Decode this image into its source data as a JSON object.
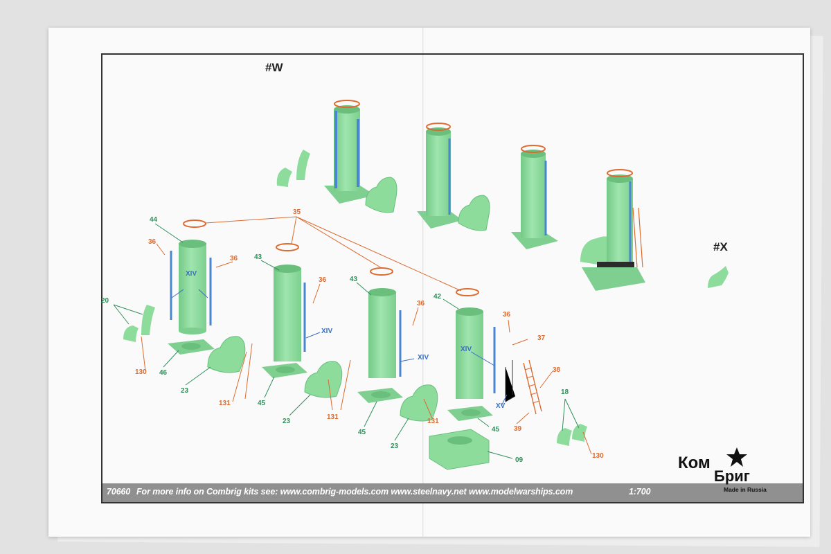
{
  "sections": {
    "w_label": "#W",
    "x_label": "#X"
  },
  "callouts": {
    "green": [
      {
        "id": "c44",
        "text": "44"
      },
      {
        "id": "c43a",
        "text": "43"
      },
      {
        "id": "c43b",
        "text": "43"
      },
      {
        "id": "c42",
        "text": "42"
      },
      {
        "id": "c20",
        "text": "20"
      },
      {
        "id": "c46",
        "text": "46"
      },
      {
        "id": "c23a",
        "text": "23"
      },
      {
        "id": "c45a",
        "text": "45"
      },
      {
        "id": "c23b",
        "text": "23"
      },
      {
        "id": "c45b",
        "text": "45"
      },
      {
        "id": "c23c",
        "text": "23"
      },
      {
        "id": "c45c",
        "text": "45"
      },
      {
        "id": "c09",
        "text": "09"
      },
      {
        "id": "c18",
        "text": "18"
      }
    ],
    "orange": [
      {
        "id": "c35",
        "text": "35"
      },
      {
        "id": "c36a",
        "text": "36"
      },
      {
        "id": "c36b",
        "text": "36"
      },
      {
        "id": "c36c",
        "text": "36"
      },
      {
        "id": "c36d",
        "text": "36"
      },
      {
        "id": "c36e",
        "text": "36"
      },
      {
        "id": "c130a",
        "text": "130"
      },
      {
        "id": "c131a",
        "text": "131"
      },
      {
        "id": "c131b",
        "text": "131"
      },
      {
        "id": "c131c",
        "text": "131"
      },
      {
        "id": "c37",
        "text": "37"
      },
      {
        "id": "c38",
        "text": "38"
      },
      {
        "id": "c39",
        "text": "39"
      },
      {
        "id": "c130b",
        "text": "130"
      }
    ],
    "blue": [
      {
        "id": "cxiv1",
        "text": "XIV"
      },
      {
        "id": "cxiv2",
        "text": "XIV"
      },
      {
        "id": "cxiv3",
        "text": "XIV"
      },
      {
        "id": "cxiv4",
        "text": "XIV"
      },
      {
        "id": "cxv",
        "text": "XV"
      }
    ]
  },
  "footer": {
    "code": "70660",
    "info": "For more info on Combrig kits see: www.combrig-models.com www.steelnavy.net www.modelwarships.com",
    "scale": "1:700"
  },
  "logo": {
    "line1": "Ком",
    "line2": "Бриг",
    "made_in": "Made in Russia"
  },
  "colors": {
    "part_green": "#8ddc9c",
    "callout_orange": "#dd6a2e",
    "callout_green": "#2f8f5b",
    "callout_blue": "#3a70c0",
    "ladder_blue": "#4a86cf",
    "footer_gray": "#909090"
  }
}
